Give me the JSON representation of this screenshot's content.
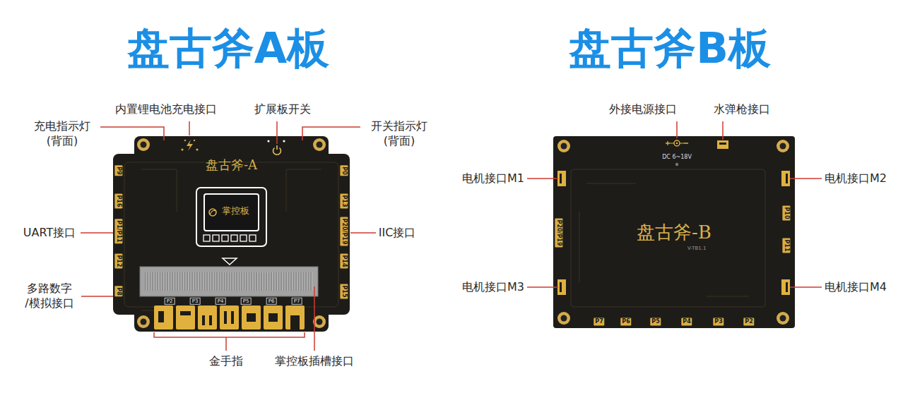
{
  "diagram": {
    "nodes": [
      {
        "text": [
          "盘古斧-A"
        ]
      },
      {
        "text": [
          "掌控板"
        ],
        "in": 0
      },
      {
        "text": [
          "盘古斧-B",
          "V-TB1.1"
        ]
      }
    ],
    "labels": [
      "盘古斧A板",
      "盘古斧B板",
      "内置锂电池充电接口",
      "扩展板开关",
      "充电指示灯 (背面)",
      "开关指示灯 (背面)",
      "UART接口",
      "IIC接口",
      "多路数字 /模拟接口",
      "金手指",
      "掌控板插槽接口",
      "P9",
      "P16",
      "P1/P11",
      "P12",
      "P8",
      "P0",
      "P13",
      "P20/P19",
      "P14",
      "P15",
      "P2",
      "P3",
      "P4",
      "P5",
      "P6",
      "P7",
      "外接电源接口",
      "水弹枪接口",
      "电机接口M1",
      "电机接口M2",
      "电机接口M3",
      "电机接口M4",
      "DC 6~18V",
      "P20/P19",
      "P10",
      "P11",
      "P7",
      "P6",
      "P5",
      "P4",
      "P3",
      "P2"
    ]
  }
}
